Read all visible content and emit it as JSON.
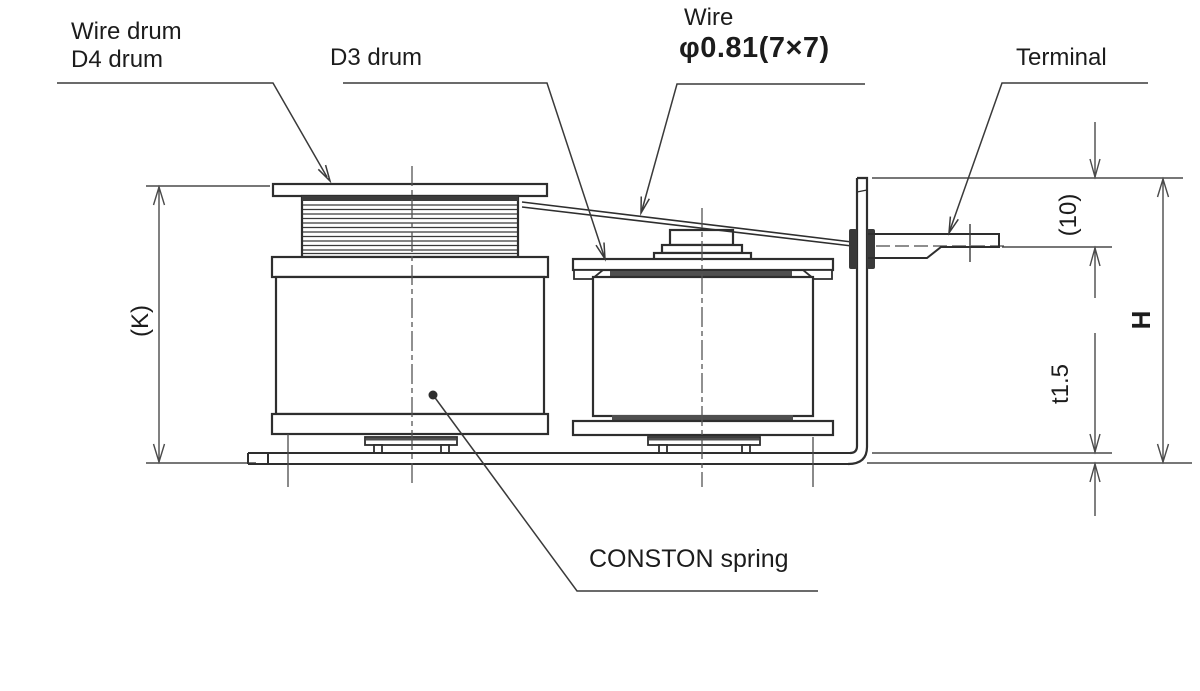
{
  "figure": {
    "background": "#ffffff",
    "line_color": "#2e2e2e",
    "labels": {
      "wire_drum": {
        "line1": "Wire drum",
        "line2": "D4 drum"
      },
      "d3_drum": "D3 drum",
      "wire": {
        "line1": "Wire",
        "line2": "φ0.81(7×7)"
      },
      "terminal": "Terminal",
      "conston_spring": "CONSTON spring"
    },
    "dimensions": {
      "height_k": "(K)",
      "terminal_offset": "(10)",
      "overall_height": "H",
      "base_thickness": "t1.5"
    }
  }
}
